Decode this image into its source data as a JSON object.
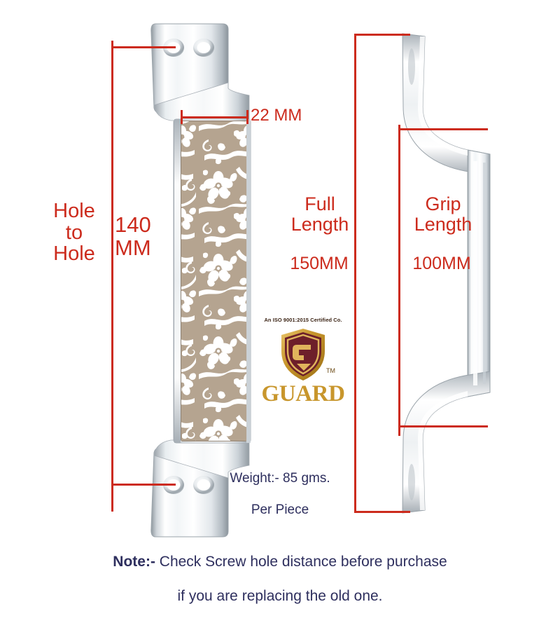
{
  "product": {
    "type": "door-pull-handle",
    "material_finish": "chrome / polished stainless steel",
    "panel_pattern": "white floral damask on taupe ground"
  },
  "dimensions": {
    "hole_to_hole_label": "Hole\nto\nHole",
    "hole_to_hole_value": "140\nMM",
    "width_value": "22 MM",
    "full_length_label": "Full\nLength",
    "full_length_value": "150MM",
    "grip_length_label": "Grip\nLength",
    "grip_length_value": "100MM"
  },
  "weight": {
    "line1": "Weight:- 85 gms.",
    "line2": "Per Piece"
  },
  "note": {
    "line1_prefix": "Note:-",
    "line1_rest": " Check Screw hole distance before purchase",
    "line2": "if you are replacing the old one."
  },
  "brand": {
    "iso_text": "An ISO 9001:2015 Certified Co.",
    "name": "GUARD",
    "trademark": "TM"
  },
  "colors": {
    "dimension_red": "#cc2b1d",
    "text_navy": "#2e2f5e",
    "pattern_taupe": "#b5a490",
    "pattern_white": "#ffffff",
    "chrome_light": "#fdfdfd",
    "chrome_mid": "#d8dde1",
    "chrome_dark": "#9aa3aa",
    "logo_gold": "#c8962c",
    "logo_maroon": "#6d1f2a"
  }
}
